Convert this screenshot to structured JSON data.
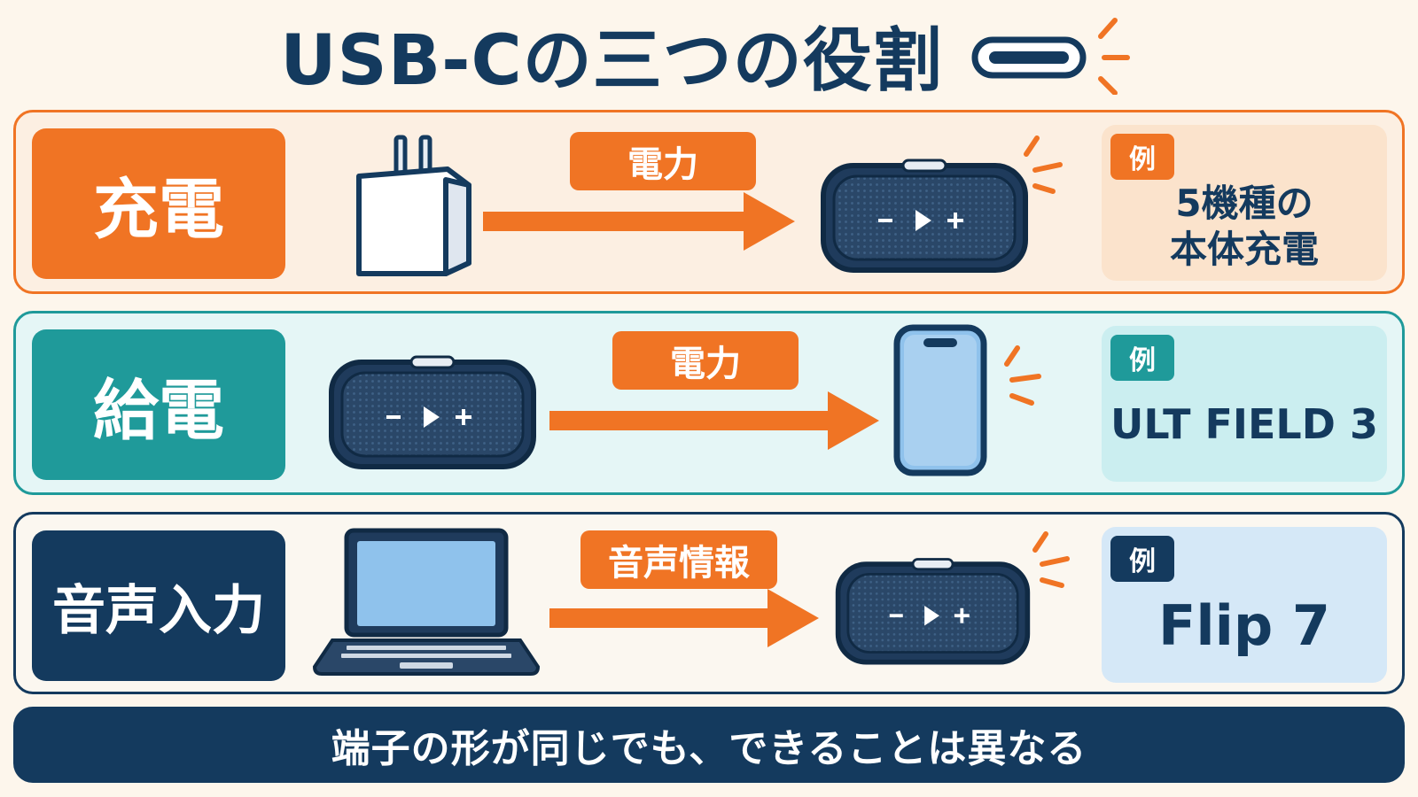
{
  "title": "USB-Cの三つの役割",
  "rows": [
    {
      "label": "充電",
      "flow": "電力",
      "example_badge": "例",
      "example_lines": [
        "5機種の",
        "本体充電"
      ]
    },
    {
      "label": "給電",
      "flow": "電力",
      "example_badge": "例",
      "example": "ULT FIELD 3"
    },
    {
      "label": "音声入力",
      "flow": "音声情報",
      "example_badge": "例",
      "example": "Flip 7"
    }
  ],
  "speaker_controls": {
    "minus": "−",
    "plus": "+"
  },
  "footer": "端子の形が同じでも、できることは異なる",
  "colors": {
    "navy": "#143a5e",
    "orange": "#f07424",
    "teal": "#1f9a9a",
    "background": "#fdf6ec"
  }
}
